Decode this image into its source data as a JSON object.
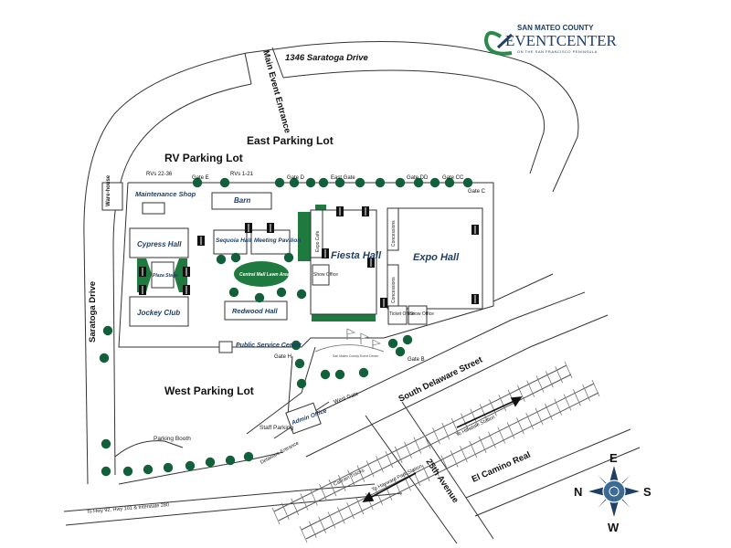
{
  "logo": {
    "county": "SAN MATEO COUNTY",
    "name": "EVENTCENTER",
    "tagline": "ON THE SAN FRANCISCO PENINSULA",
    "colors": {
      "blue": "#1f3f66",
      "green": "#2a8a4a"
    }
  },
  "roads": {
    "saratoga_drive_address": "1346 Saratoga Drive",
    "main_event_entrance": "Main Event Entrance",
    "saratoga_drive": "Saratoga Drive",
    "south_delaware": "South Delaware Street",
    "avenue_25th": "25th Avenue",
    "el_camino": "El Camino Real",
    "to_hwy": "To Hwy 92, Hwy 101 & Interstate 280",
    "to_hillsdale": "To Hillsdale Station",
    "to_hayward": "To Hayward Park Station",
    "caltrain": "Caltrain Tracks"
  },
  "lots": {
    "east": "East Parking Lot",
    "rv": "RV Parking Lot",
    "west": "West Parking Lot"
  },
  "rv_spaces": {
    "left": "RVs 22-36",
    "right": "RVs 1-21"
  },
  "gates": {
    "e": "Gate E",
    "d": "Gate D",
    "east": "East Gate",
    "dd": "Gate DD",
    "cc": "Gate CC",
    "c": "Gate C",
    "h": "Gate H",
    "b": "Gate B",
    "west": "West Gate"
  },
  "buildings": {
    "warehouse": "Ware-house",
    "maintenance": "Maintenance Shop",
    "barn": "Barn",
    "cypress": "Cypress Hall",
    "plaza_stage": "Plaza Stage",
    "jockey": "Jockey Club",
    "sequoia": "Sequoia Hall",
    "meeting": "Meeting Pavilion",
    "central_mall": "Central Mall Lawn Area",
    "redwood": "Redwood Hall",
    "fiesta": "Fiesta Hall",
    "expo": "Expo Hall",
    "expo_cafe": "Expo Cafe",
    "concessions": "Concessions",
    "show_office": "Show Office",
    "ticket_office": "Ticket Office",
    "public_service": "Public Service Center",
    "admin": "Admin Office",
    "event_center_sign": "San Mateo County Event Center"
  },
  "misc": {
    "staff_parking": "Staff Parking",
    "parking_booth": "Parking Booth",
    "delaware_entrance": "Delaware Entrance"
  },
  "compass": {
    "n": "N",
    "e": "E",
    "s": "S",
    "w": "W"
  }
}
